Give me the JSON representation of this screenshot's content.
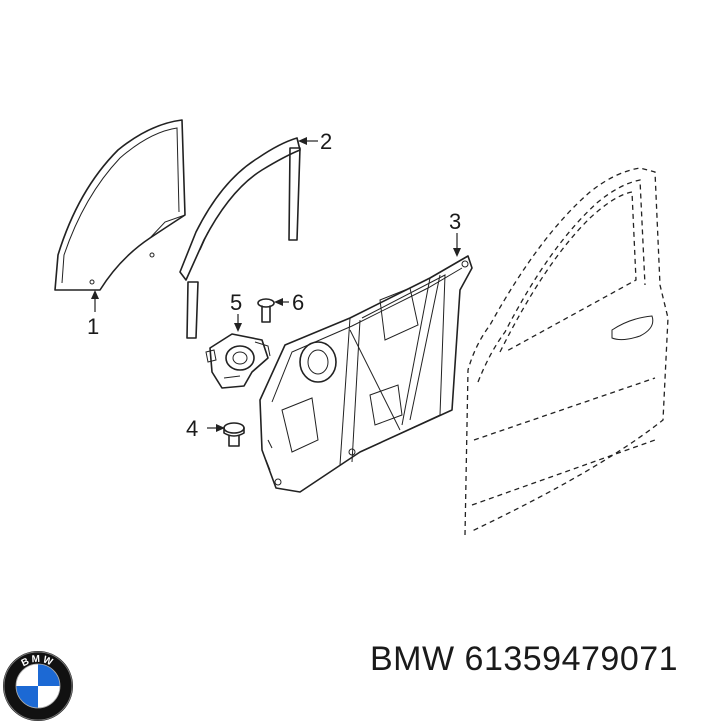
{
  "callouts": {
    "c1": "1",
    "c2": "2",
    "c3": "3",
    "c4": "4",
    "c5": "5",
    "c6": "6"
  },
  "caption": {
    "brand": "BMW",
    "part_number": "61359479071"
  },
  "logo": {
    "text": "BMW",
    "colors": {
      "ring": "#111111",
      "blue": "#1c69d4",
      "white": "#ffffff"
    }
  }
}
